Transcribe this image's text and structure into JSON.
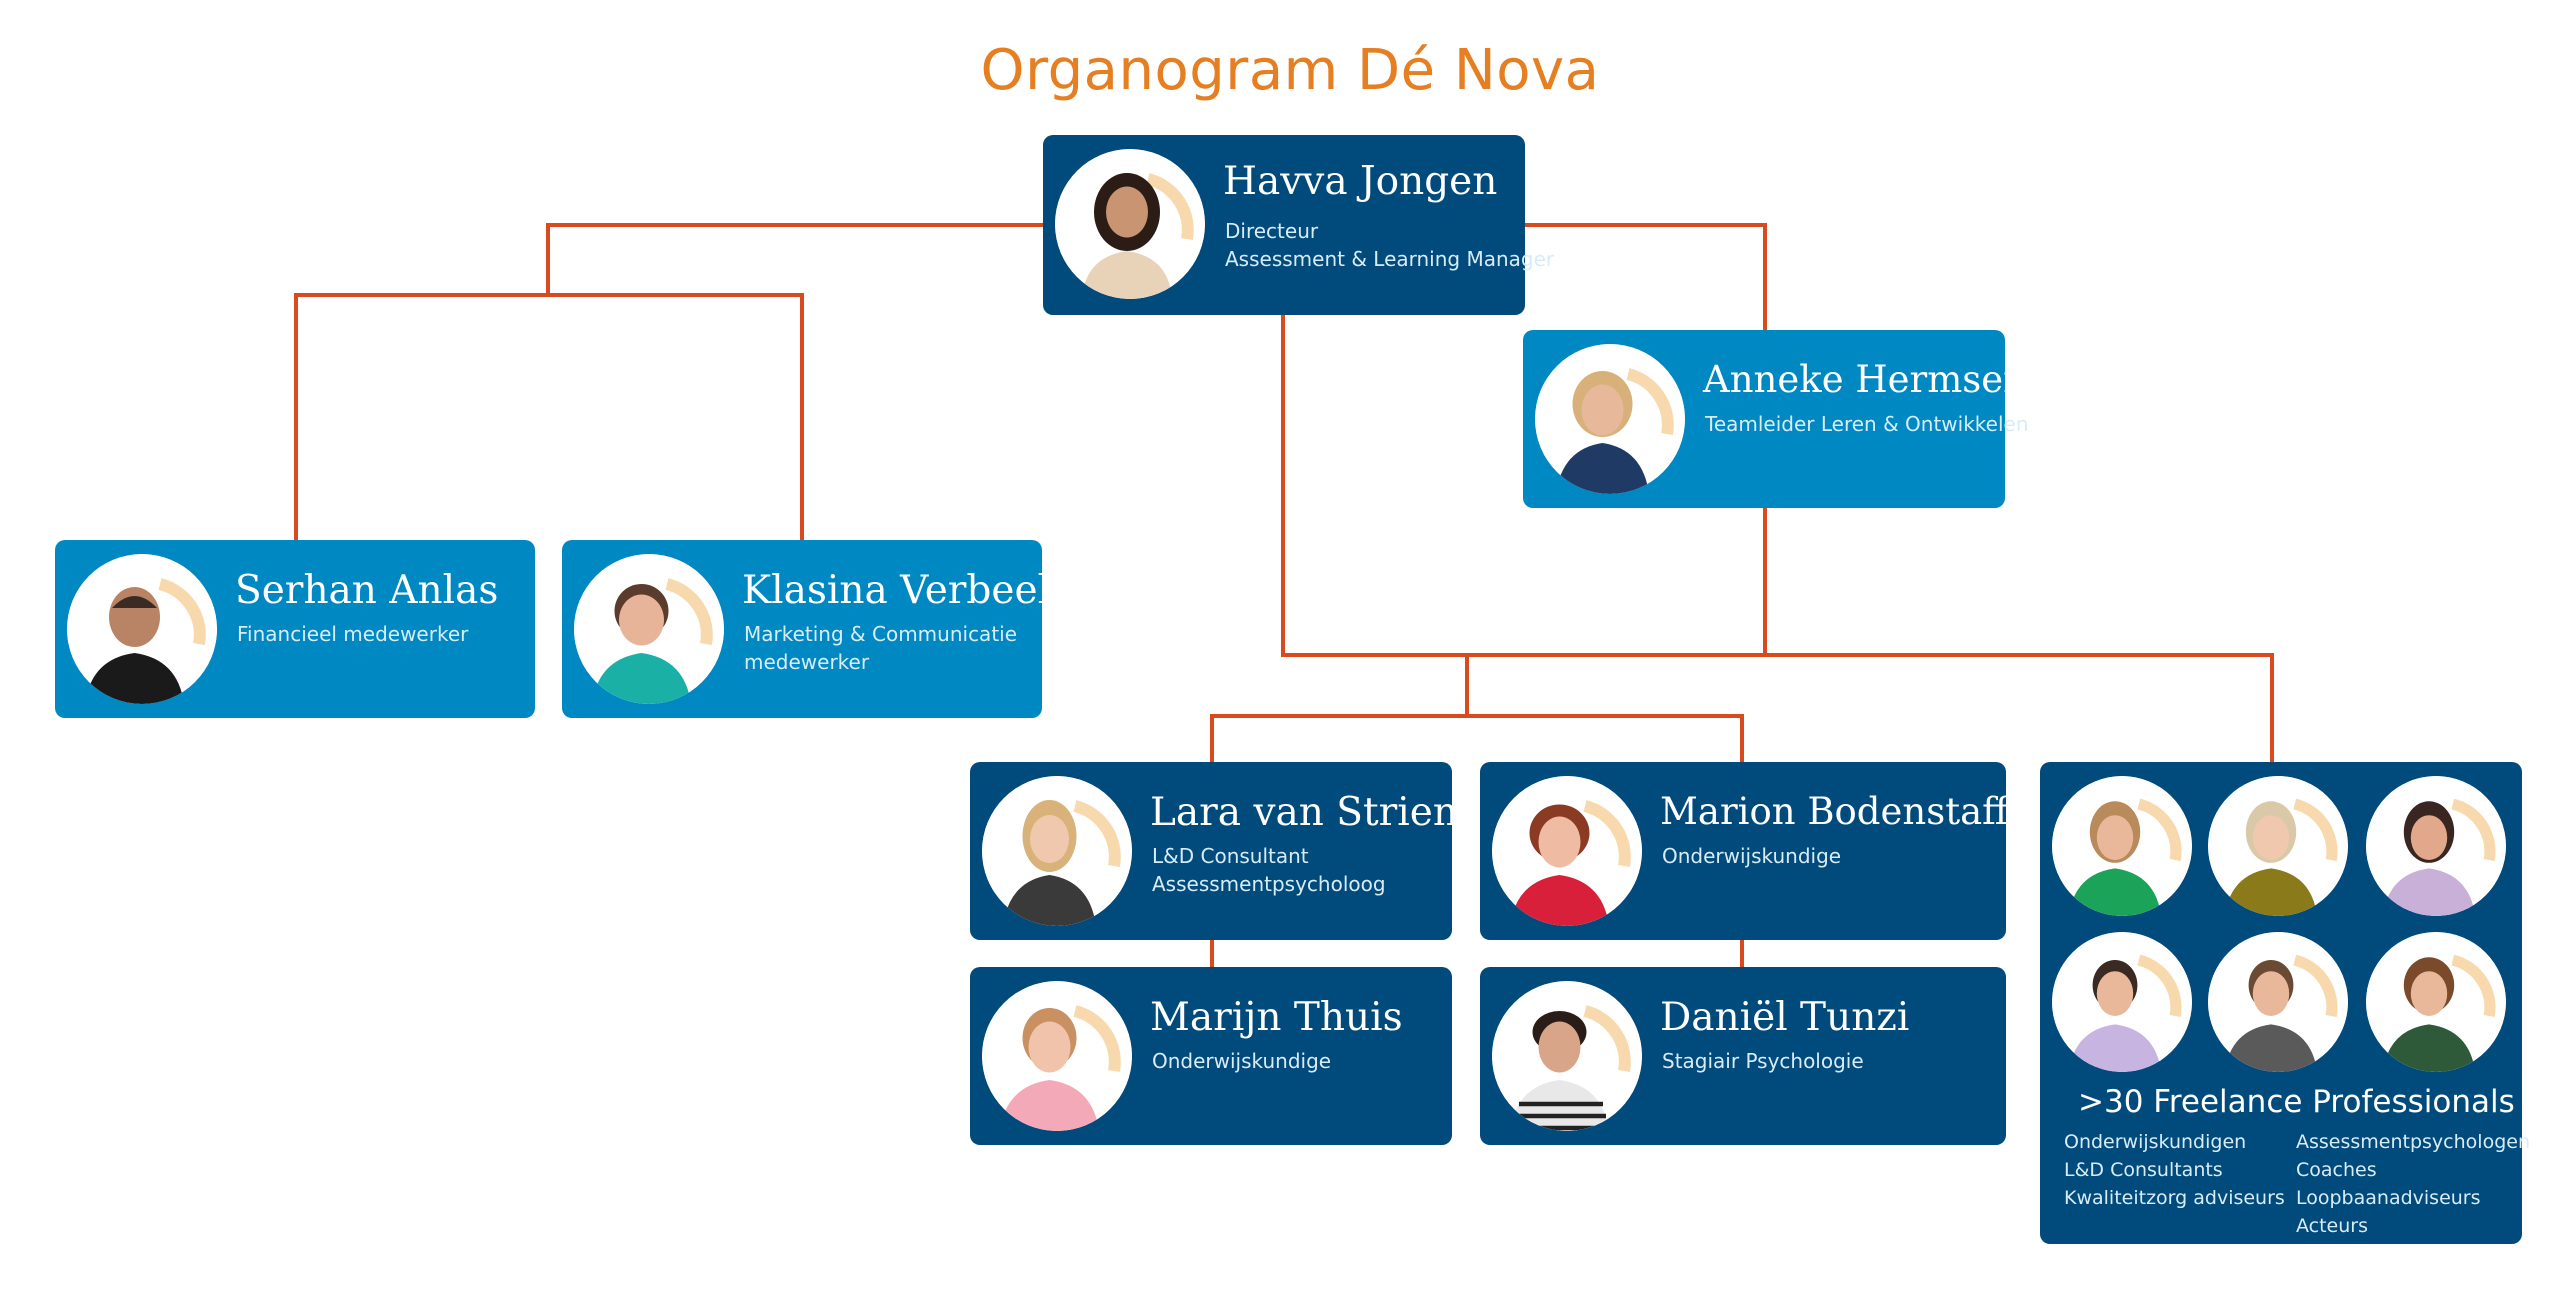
{
  "title": "Organogram Dé Nova",
  "colors": {
    "title": "#e67e22",
    "connector": "#d94a1e",
    "dark_card": "#004a7c",
    "light_card": "#0088c2"
  },
  "people": {
    "havva": {
      "name": "Havva Jongen",
      "roles": [
        "Directeur",
        "Assessment & Learning Manager"
      ]
    },
    "anneke": {
      "name": "Anneke Hermsen",
      "roles": [
        "Teamleider Leren & Ontwikkelen"
      ]
    },
    "serhan": {
      "name": "Serhan Anlas",
      "roles": [
        "Financieel medewerker"
      ]
    },
    "klasina": {
      "name": "Klasina Verbeek",
      "roles": [
        "Marketing & Communicatie",
        "medewerker"
      ]
    },
    "lara": {
      "name": "Lara van Strien",
      "roles": [
        "L&D Consultant",
        "Assessmentpsycholoog"
      ]
    },
    "marion": {
      "name": "Marion Bodenstaff",
      "roles": [
        "Onderwijskundige"
      ]
    },
    "marijn": {
      "name": "Marijn Thuis",
      "roles": [
        "Onderwijskundige"
      ]
    },
    "daniel": {
      "name": "Daniël Tunzi",
      "roles": [
        "Stagiair Psychologie"
      ]
    }
  },
  "freelance": {
    "title": ">30 Freelance Professionals",
    "col1": [
      "Onderwijskundigen",
      "L&D Consultants",
      "Kwaliteitzorg adviseurs"
    ],
    "col2": [
      "Assessmentpsychologen",
      "Coaches",
      "Loopbaanadviseurs",
      "Acteurs"
    ]
  }
}
